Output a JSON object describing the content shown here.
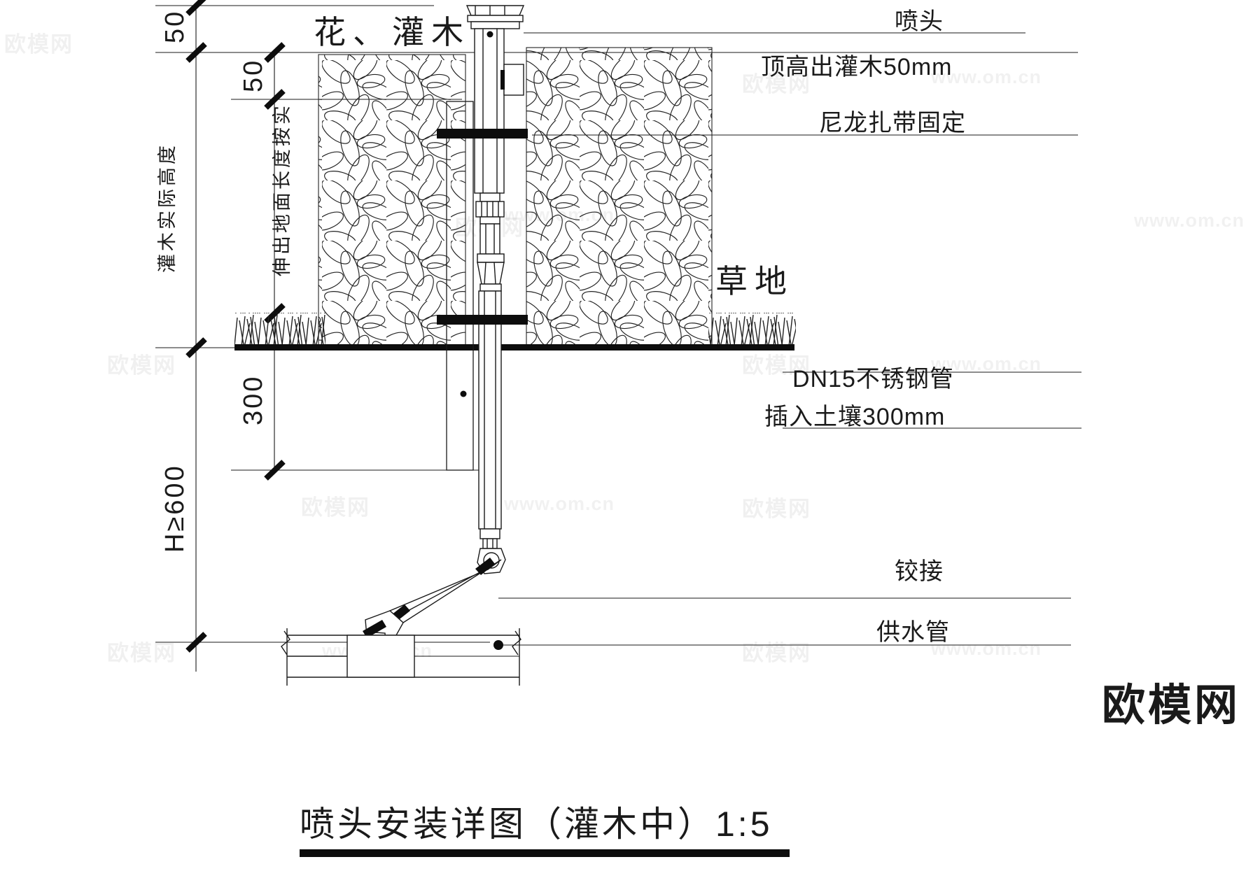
{
  "drawing": {
    "title": "喷头安装详图（灌木中）1:5",
    "scale": "1:5"
  },
  "plant_labels": {
    "shrub": "花、灌木",
    "lawn": "草地"
  },
  "dimensions": {
    "top_50": "50",
    "second_50": "50",
    "depth_300": "300",
    "height_600": "H≥600",
    "shrub_height_note": "灌木实际高度",
    "above_ground_note": "伸出地面长度按实"
  },
  "annotations": [
    {
      "id": "sprinkler-head",
      "label": "喷头"
    },
    {
      "id": "top-above-shrub",
      "label": "顶高出灌木50mm"
    },
    {
      "id": "nylon-tie",
      "label": "尼龙扎带固定"
    },
    {
      "id": "dn15-pipe",
      "label": "DN15不锈钢管"
    },
    {
      "id": "insert-soil",
      "label": "插入土壤300mm"
    },
    {
      "id": "hinge-joint",
      "label": "铰接"
    },
    {
      "id": "supply-pipe",
      "label": "供水管"
    }
  ],
  "watermarks": {
    "brand": "欧模网",
    "url": "www.om.cn"
  }
}
